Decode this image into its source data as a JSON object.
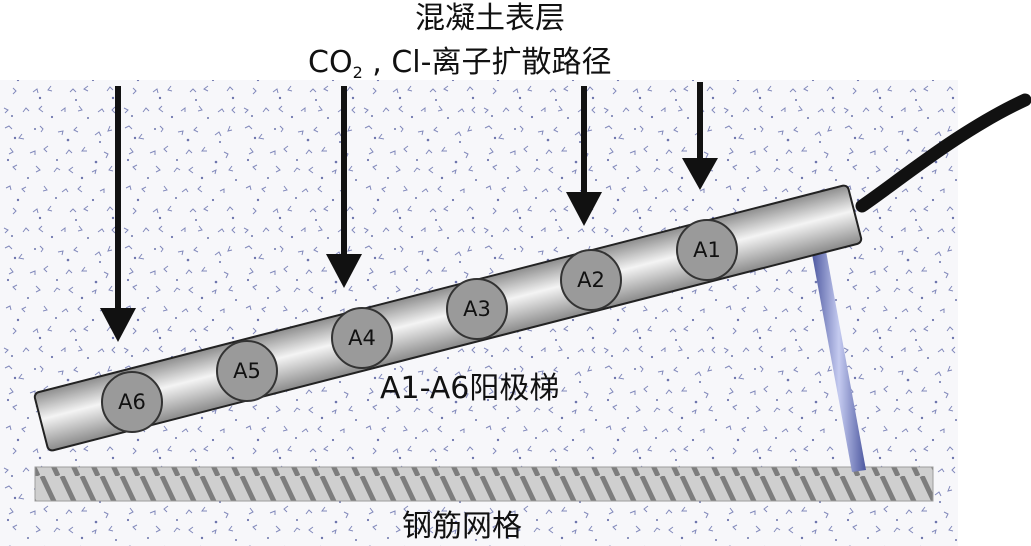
{
  "title_line1": "混凝土表层",
  "title_line2": {
    "co": "CO",
    "sub2": "2",
    "rest": " , Cl-离子扩散路径"
  },
  "ladder_label": "A1-A6阳极梯",
  "rebar_label": "钢筋网格",
  "anodes": [
    "A1",
    "A2",
    "A3",
    "A4",
    "A5",
    "A6"
  ],
  "colors": {
    "concrete_speckle": "#5a64a6",
    "ladder_fill": "#b9b9b9",
    "ladder_highlight": "#f4f4f4",
    "anode_fill": "#9a9a9a",
    "rebar": "#c9c9c9",
    "rebar_rib": "#7d7d7d",
    "support_rod": "#7d88c8",
    "cable": "#111111",
    "arrow": "#111111"
  }
}
